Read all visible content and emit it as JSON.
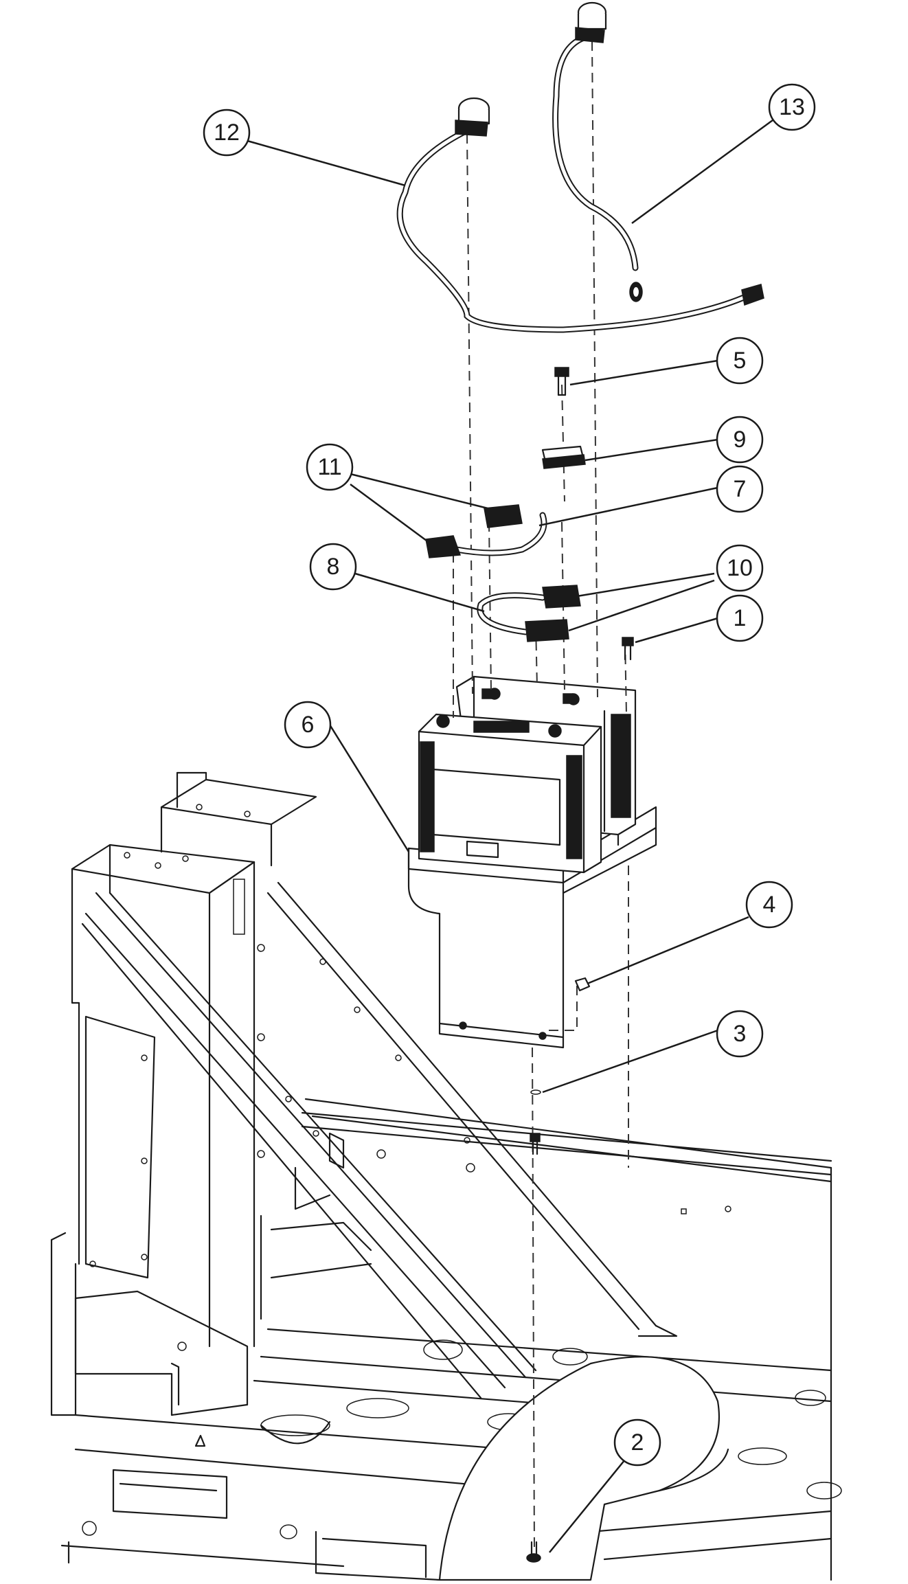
{
  "callouts": [
    {
      "id": "callout-12",
      "label": "12"
    },
    {
      "id": "callout-13",
      "label": "13"
    },
    {
      "id": "callout-5",
      "label": "5"
    },
    {
      "id": "callout-9",
      "label": "9"
    },
    {
      "id": "callout-11",
      "label": "11"
    },
    {
      "id": "callout-7",
      "label": "7"
    },
    {
      "id": "callout-8",
      "label": "8"
    },
    {
      "id": "callout-10",
      "label": "10"
    },
    {
      "id": "callout-1",
      "label": "1"
    },
    {
      "id": "callout-6",
      "label": "6"
    },
    {
      "id": "callout-4",
      "label": "4"
    },
    {
      "id": "callout-3",
      "label": "3"
    },
    {
      "id": "callout-2",
      "label": "2"
    }
  ],
  "colors": {
    "line": "#1a1a1a",
    "background": "#ffffff",
    "dark_fill": "#1a1a1a"
  }
}
